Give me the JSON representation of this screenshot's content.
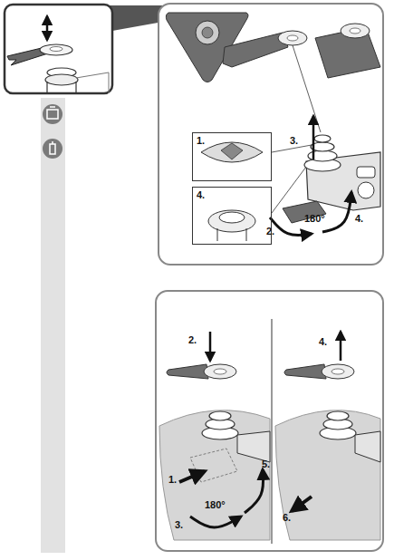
{
  "diagram": {
    "nodes": [
      {
        "text": [
          "1."
        ]
      },
      {
        "text": [
          "4."
        ]
      }
    ],
    "labels": [
      "3.",
      "2.",
      "180°",
      "4.",
      "2.",
      "1.",
      "3.",
      "180°",
      "5.",
      "4.",
      "6."
    ]
  }
}
